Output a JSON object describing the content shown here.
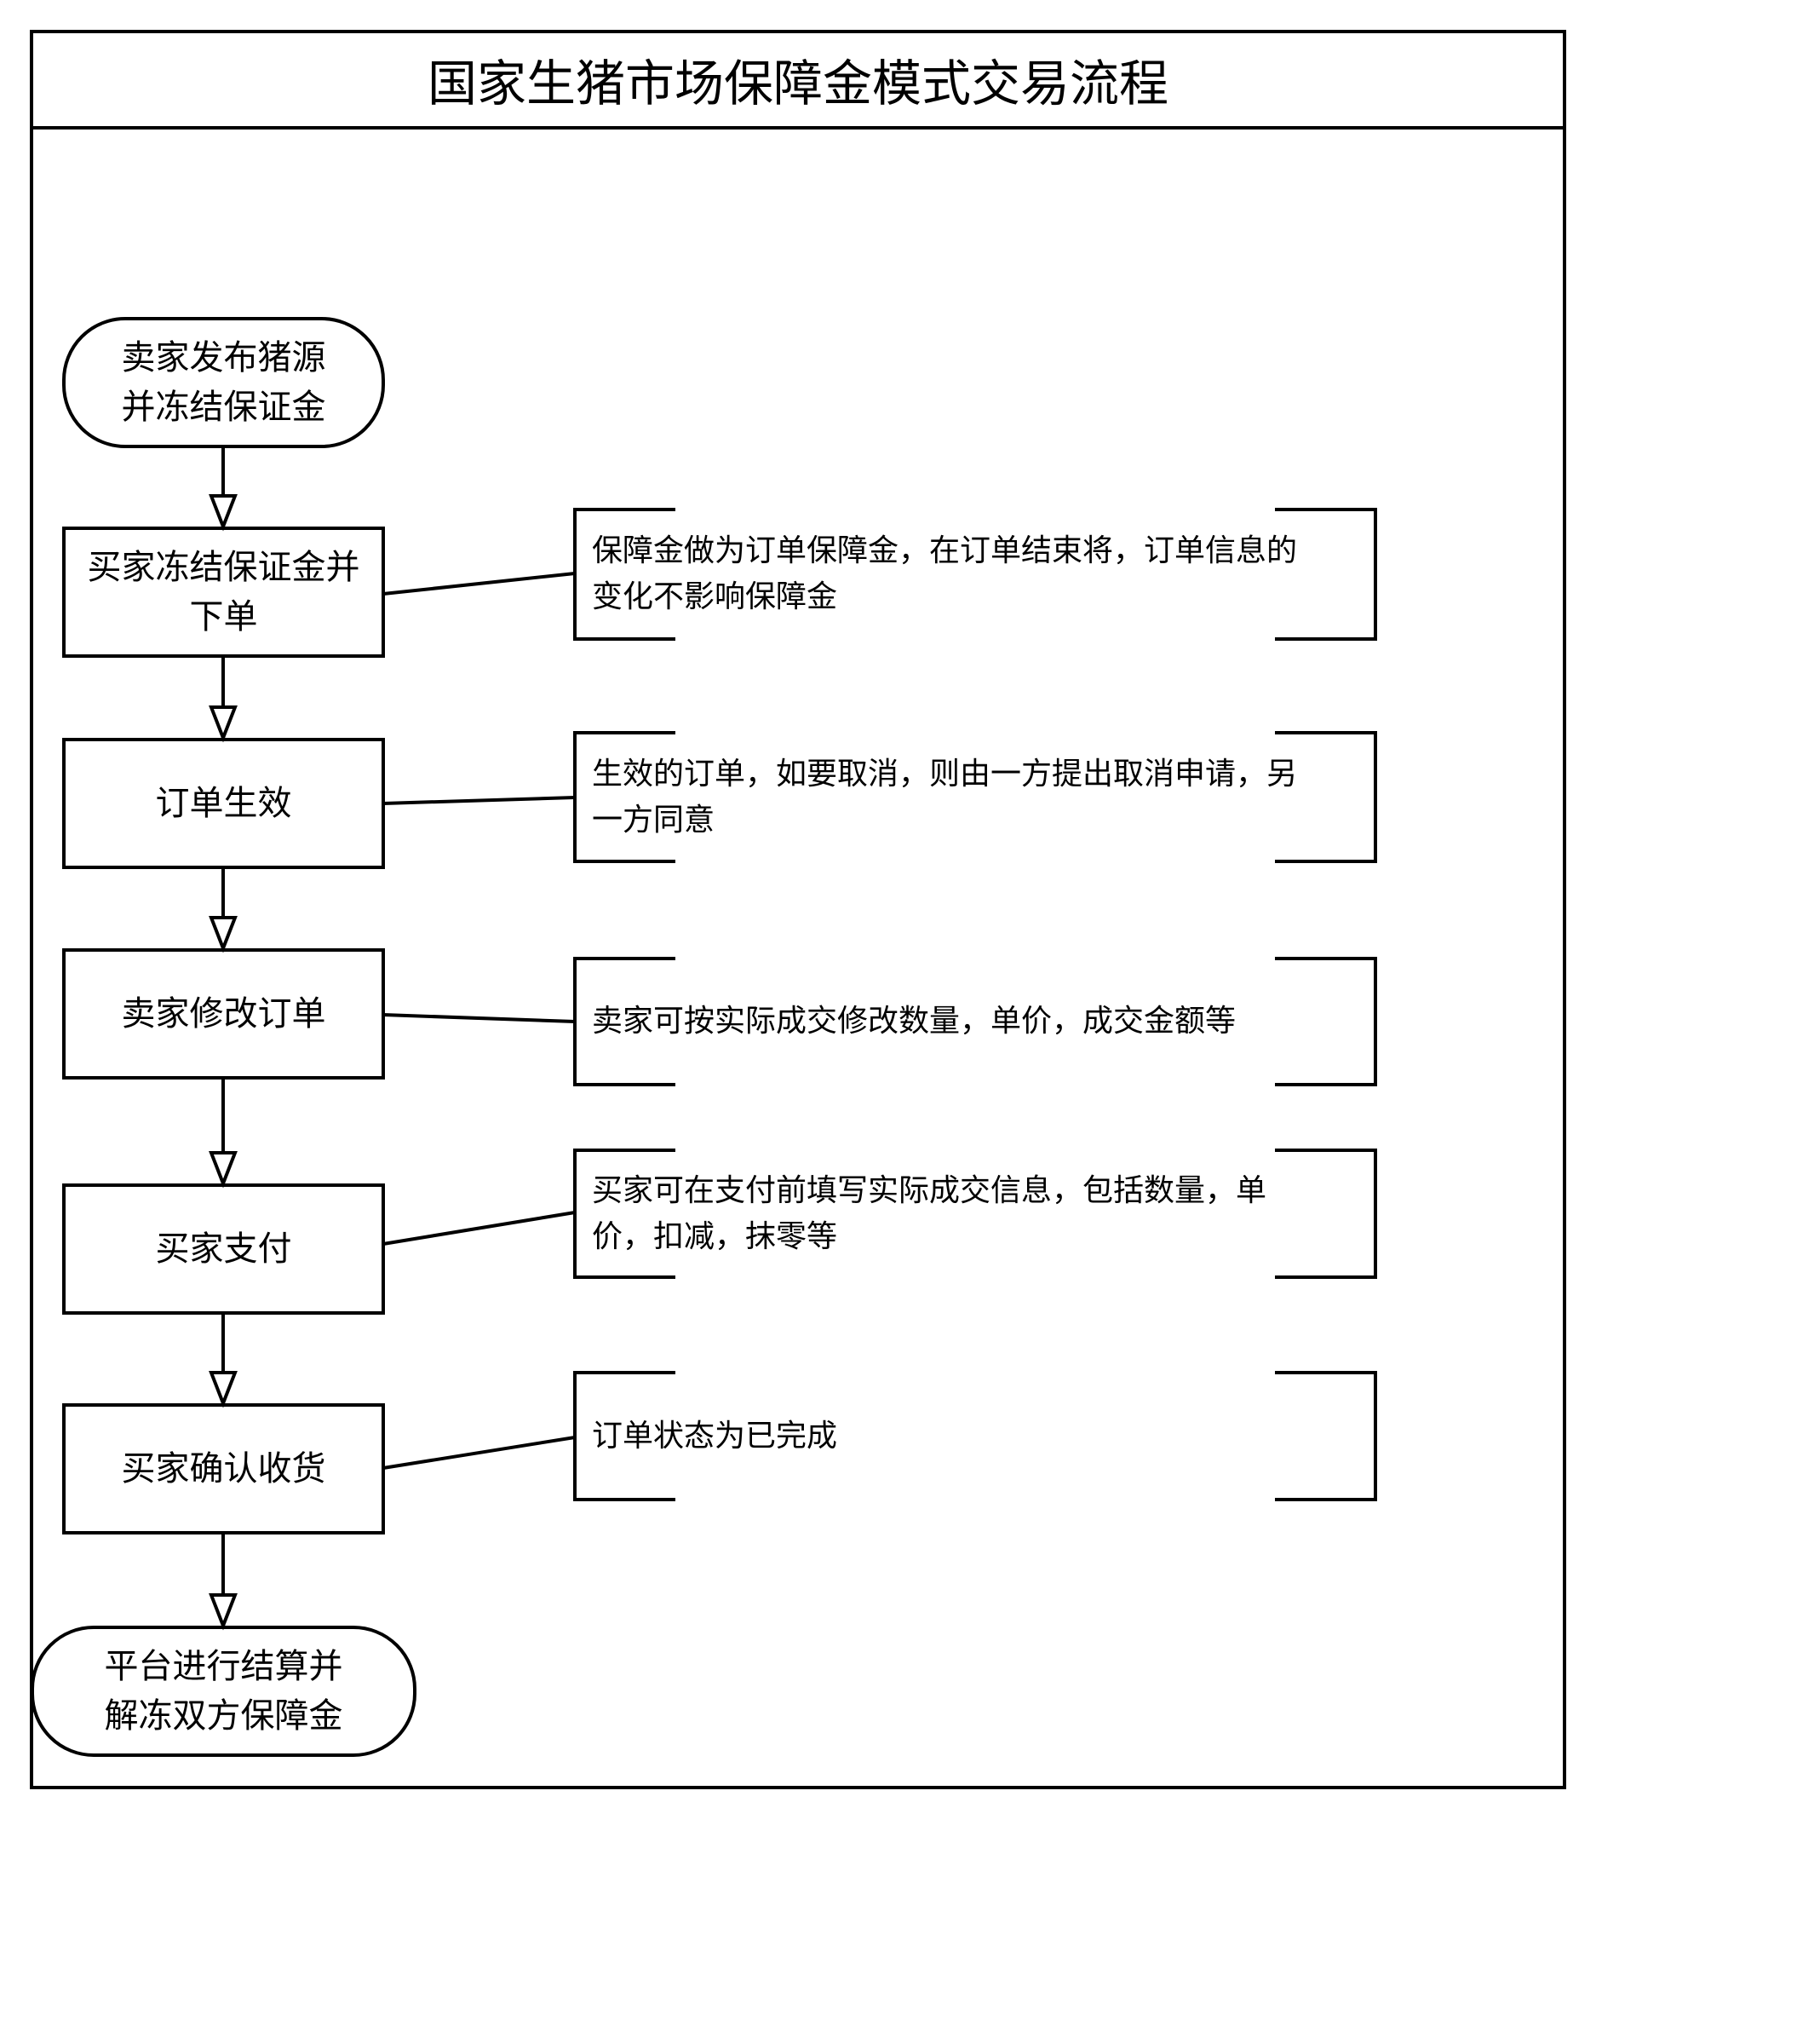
{
  "title": "国家生猪市场保障金模式交易流程",
  "colors": {
    "stroke": "#000000",
    "background": "#ffffff",
    "text": "#000000"
  },
  "flow": {
    "steps": [
      {
        "id": "start",
        "shape": "terminator",
        "label": "卖家发布猪源\n并冻结保证金"
      },
      {
        "id": "buyer-freeze",
        "shape": "process",
        "label": "买家冻结保证金并\n下单"
      },
      {
        "id": "order-effective",
        "shape": "process",
        "label": "订单生效"
      },
      {
        "id": "seller-modify",
        "shape": "process",
        "label": "卖家修改订单"
      },
      {
        "id": "buyer-pay",
        "shape": "process",
        "label": "买家支付"
      },
      {
        "id": "buyer-confirm",
        "shape": "process",
        "label": "买家确认收货"
      },
      {
        "id": "end",
        "shape": "terminator",
        "label": "平台进行结算并\n解冻双方保障金"
      }
    ],
    "annotations": [
      {
        "attached_to": "buyer-freeze",
        "text": "保障金做为订单保障金，在订单结束将，订单信息的\n变化不影响保障金"
      },
      {
        "attached_to": "order-effective",
        "text": "生效的订单，如要取消，则由一方提出取消申请，另\n一方同意"
      },
      {
        "attached_to": "seller-modify",
        "text": "卖家可按实际成交修改数量，单价，成交金额等"
      },
      {
        "attached_to": "buyer-pay",
        "text": "买家可在支付前填写实际成交信息，包括数量，单\n价，扣减，抹零等"
      },
      {
        "attached_to": "buyer-confirm",
        "text": "订单状态为已完成"
      }
    ],
    "edges": [
      {
        "from": "start",
        "to": "buyer-freeze"
      },
      {
        "from": "buyer-freeze",
        "to": "order-effective"
      },
      {
        "from": "order-effective",
        "to": "seller-modify"
      },
      {
        "from": "seller-modify",
        "to": "buyer-pay"
      },
      {
        "from": "buyer-pay",
        "to": "buyer-confirm"
      },
      {
        "from": "buyer-confirm",
        "to": "end"
      }
    ]
  }
}
